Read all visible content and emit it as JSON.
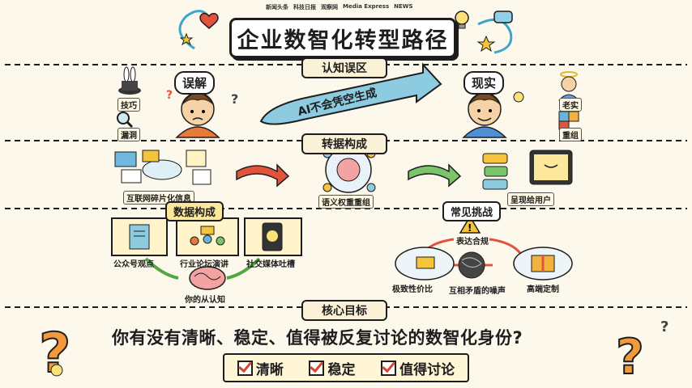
{
  "logos": [
    "新闻头条",
    "科技日报",
    "观察网",
    "Media Express",
    "NEWS"
  ],
  "title": "企业数智化转型路径",
  "sections": {
    "misconception": {
      "header": "认知误区",
      "wrong_bubble": "误解",
      "real_bubble": "现实",
      "banner": "AI不会凭空生成",
      "left_items": [
        "技巧",
        "漏洞"
      ],
      "right_items": [
        "老实",
        "重组"
      ]
    },
    "transform": {
      "header": "转据构成",
      "labels": [
        "互联网碎片化信息",
        "语义权重重组",
        "呈现给用户"
      ]
    },
    "data": {
      "header": "数据构成",
      "sources": [
        "公众号观点",
        "行业论坛演讲",
        "社交媒体吐槽"
      ],
      "result": "你的从认知"
    },
    "challenge": {
      "header": "常见挑战",
      "top": "表达合规",
      "items": [
        "极致性价比",
        "互相矛盾的噪声",
        "高端定制"
      ]
    },
    "goal": {
      "header": "核心目标",
      "question": "你有没有清晰、稳定、值得被反复讨论的数智化身份?",
      "checks": [
        "清晰",
        "稳定",
        "值得讨论"
      ]
    }
  }
}
